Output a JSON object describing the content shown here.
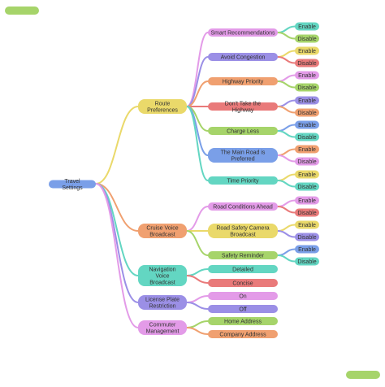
{
  "colors": {
    "pill": "#a6d46a",
    "yellow": "#ead96a",
    "orange": "#f0a070",
    "teal": "#63d6c2",
    "purple": "#9b8fe6",
    "pink": "#e39be8",
    "blue": "#7a9fe8",
    "red": "#e97a7a",
    "green": "#a6d46a"
  },
  "root": {
    "label": "Travel Settings",
    "color": "blue"
  },
  "branches": [
    {
      "label": "Route Preferences",
      "color": "yellow",
      "children": [
        {
          "label": "Smart Recommendations",
          "color": "pink",
          "options": [
            {
              "label": "Enable",
              "color": "teal"
            },
            {
              "label": "Disable",
              "color": "green"
            }
          ]
        },
        {
          "label": "Avoid Congestion",
          "color": "purple",
          "options": [
            {
              "label": "Enable",
              "color": "yellow"
            },
            {
              "label": "Disable",
              "color": "red"
            }
          ]
        },
        {
          "label": "Highway Priority",
          "color": "orange",
          "options": [
            {
              "label": "Enable",
              "color": "pink"
            },
            {
              "label": "Disable",
              "color": "green"
            }
          ]
        },
        {
          "label": "Don't Take the Highway",
          "color": "red",
          "options": [
            {
              "label": "Enable",
              "color": "purple"
            },
            {
              "label": "Disable",
              "color": "orange"
            }
          ]
        },
        {
          "label": "Charge Less",
          "color": "green",
          "options": [
            {
              "label": "Enable",
              "color": "blue"
            },
            {
              "label": "Disable",
              "color": "teal"
            }
          ]
        },
        {
          "label": "The Main Road is Preferred",
          "color": "blue",
          "options": [
            {
              "label": "Enable",
              "color": "orange"
            },
            {
              "label": "Disable",
              "color": "pink"
            }
          ]
        },
        {
          "label": "Time Priority",
          "color": "teal",
          "options": [
            {
              "label": "Enable",
              "color": "yellow"
            },
            {
              "label": "Disable",
              "color": "teal"
            }
          ]
        }
      ]
    },
    {
      "label": "Cruise Voice Broadcast",
      "color": "orange",
      "children": [
        {
          "label": "Road Conditions Ahead",
          "color": "pink",
          "options": [
            {
              "label": "Enable",
              "color": "pink"
            },
            {
              "label": "Disable",
              "color": "red"
            }
          ]
        },
        {
          "label": "Road Safety Camera Broadcast",
          "color": "yellow",
          "options": [
            {
              "label": "Enable",
              "color": "yellow"
            },
            {
              "label": "Disable",
              "color": "purple"
            }
          ]
        },
        {
          "label": "Safety Reminder",
          "color": "green",
          "options": [
            {
              "label": "Enable",
              "color": "blue"
            },
            {
              "label": "Disable",
              "color": "teal"
            }
          ]
        }
      ]
    },
    {
      "label": "Navigation Voice Broadcast",
      "color": "teal",
      "children": [
        {
          "label": "Detailed",
          "color": "teal",
          "options": []
        },
        {
          "label": "Concise",
          "color": "red",
          "options": []
        }
      ]
    },
    {
      "label": "License Plate Restriction",
      "color": "purple",
      "children": [
        {
          "label": "On",
          "color": "pink",
          "options": []
        },
        {
          "label": "Off",
          "color": "purple",
          "options": []
        }
      ]
    },
    {
      "label": "Commuter Management",
      "color": "pink",
      "children": [
        {
          "label": "Home Address",
          "color": "green",
          "options": []
        },
        {
          "label": "Company Address",
          "color": "orange",
          "options": []
        }
      ]
    }
  ]
}
